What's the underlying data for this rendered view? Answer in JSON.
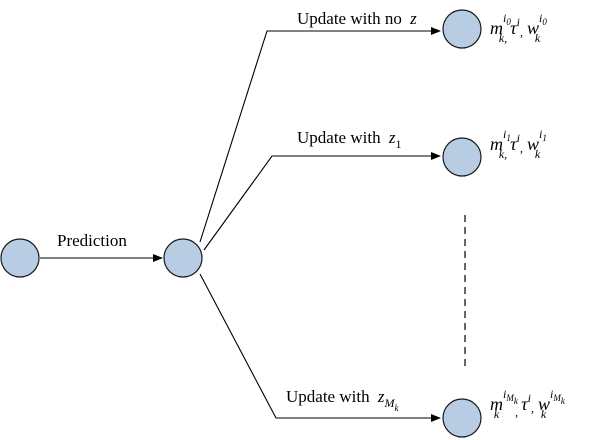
{
  "edge_labels": {
    "prediction": "Prediction",
    "update_no_z": "Update with no",
    "update_no_z_symbol": "z",
    "update_z1": "Update with",
    "update_z1_symbol": "z",
    "update_z1_sub": "1",
    "update_zM": "Update with",
    "update_zM_symbol": "z",
    "update_zM_sub": "M",
    "update_zM_subsub": "k"
  },
  "states": [
    {
      "m": "m",
      "m_sup": "i",
      "m_sup_sub": "0",
      "m_sub": "k,",
      "tau": "τ",
      "tau_sup": "i",
      "sep": ",",
      "w": "w",
      "w_sup": "i",
      "w_sup_sub": "0",
      "w_sub": "k"
    },
    {
      "m": "m",
      "m_sup": "i",
      "m_sup_sub": "1",
      "m_sub": "k,",
      "tau": "τ",
      "tau_sup": "i",
      "sep": ",",
      "w": "w",
      "w_sup": "i",
      "w_sup_sub": "1",
      "w_sub": "k"
    },
    {
      "m": "m",
      "m_sup": "i",
      "m_sup_sub": "M",
      "m_sup_subsub": "k",
      "m_sub": "k",
      "sep0": ",",
      "tau": "τ",
      "tau_sup": "i",
      "sep": ",",
      "w": "w",
      "w_sup": "i",
      "w_sup_sub": "M",
      "w_sup_subsub": "k",
      "w_sub": "k"
    }
  ]
}
